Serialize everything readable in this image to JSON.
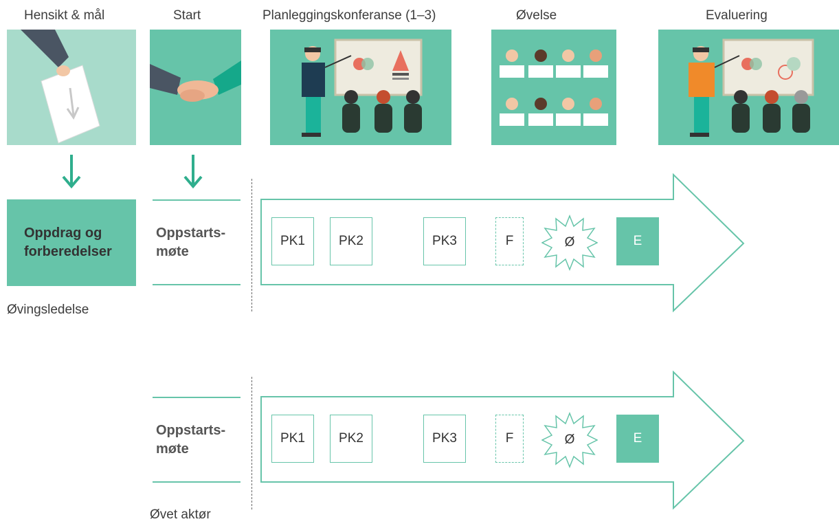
{
  "columns": {
    "purpose": "Hensikt & mål",
    "start": "Start",
    "planning": "Planleggingskonferanse (1–3)",
    "exercise": "Øvelse",
    "evaluation": "Evaluering"
  },
  "prep_box": "Oppdrag og\nforberedelser",
  "rows": [
    {
      "kickoff": "Oppstarts-\nmøte",
      "label": "Øvingsledelse",
      "steps": {
        "pk1": "PK1",
        "pk2": "PK2",
        "pk3": "PK3",
        "f": "F",
        "o": "Ø",
        "e": "E"
      }
    },
    {
      "kickoff": "Oppstarts-\nmøte",
      "label": "Øvet aktør",
      "steps": {
        "pk1": "PK1",
        "pk2": "PK2",
        "pk3": "PK3",
        "f": "F",
        "o": "Ø",
        "e": "E"
      }
    }
  ],
  "colors": {
    "accent": "#66c4a9",
    "tile_light": "#a8dbcb",
    "text": "#3d3d3d"
  }
}
